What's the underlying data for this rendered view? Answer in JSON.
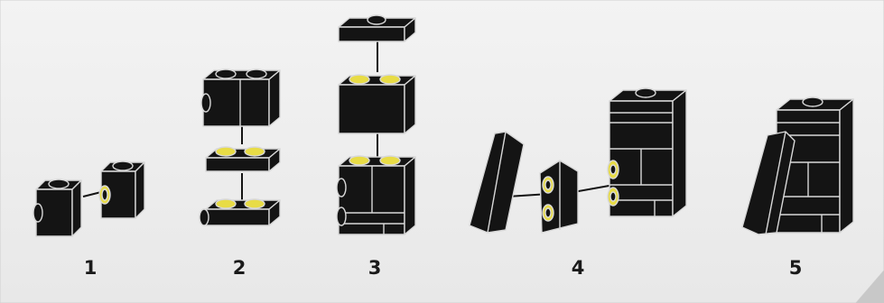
{
  "steps": [
    {
      "number": "1"
    },
    {
      "number": "2"
    },
    {
      "number": "3"
    },
    {
      "number": "4"
    },
    {
      "number": "5"
    }
  ],
  "colors": {
    "background": "#efefef",
    "brick": "#141414",
    "outline": "#d8d8d8",
    "highlight_stud": "#e8dc46"
  }
}
